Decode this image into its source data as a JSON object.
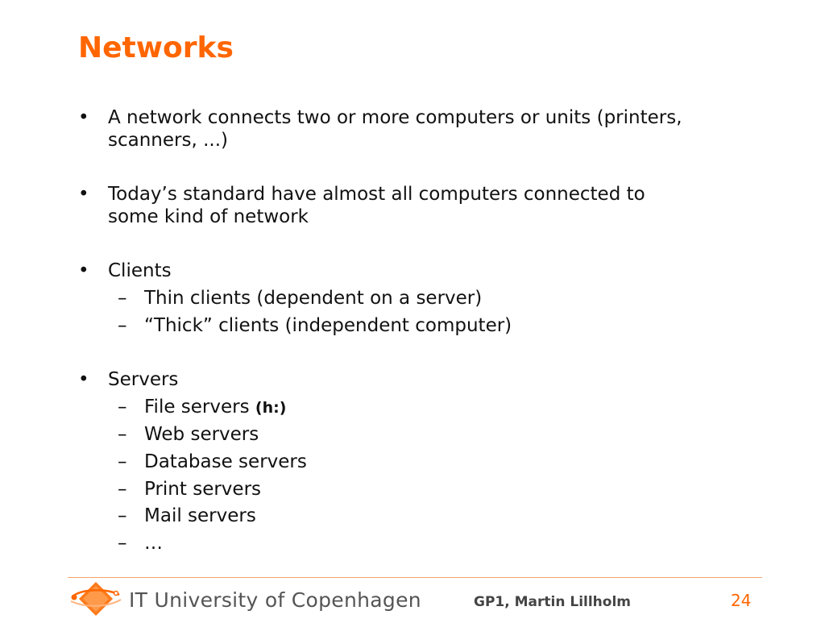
{
  "slide": {
    "title": "Networks",
    "bullet_char": "•",
    "dash_char": "–",
    "bullets": [
      {
        "lines": [
          "A network connects two or more computers or units (printers,",
          "scanners, ...)"
        ]
      },
      {
        "lines": [
          "Today’s standard have almost all computers connected to",
          "some kind of network"
        ]
      },
      {
        "text": "Clients",
        "subs": [
          "Thin clients (dependent on a server)",
          "“Thick” clients (independent computer)"
        ]
      },
      {
        "text": "Servers",
        "subs": [
          "File servers",
          "Web servers",
          "Database servers",
          "Print servers",
          "Mail servers",
          "…"
        ],
        "file_servers_tag": "(h:)"
      }
    ]
  },
  "footer": {
    "university": "IT University of Copenhagen",
    "author": "GP1, Martin Lillholm",
    "page_number": "24",
    "logo_icon": "itu-logo-icon",
    "accent_color": "#ff6600",
    "rule_color": "#f4a46a"
  }
}
